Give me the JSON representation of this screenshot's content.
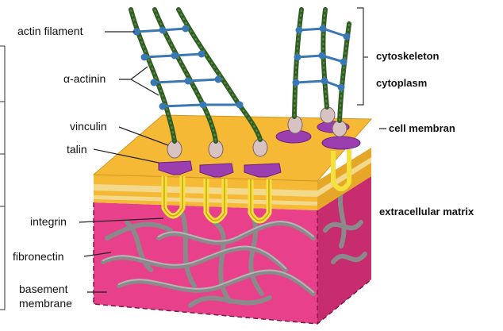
{
  "labels": {
    "actin_filament": "actin filament",
    "alpha_actinin": "α-actinin",
    "vinculin": "vinculin",
    "talin": "talin",
    "integrin": "integrin",
    "fibronectin": "fibronectin",
    "basement_line1": "basement",
    "basement_line2": "membrane",
    "cytoskeleton": "cytoskeleton",
    "cytoplasm": "cytoplasm",
    "cell_membrane": "cell membran",
    "extracellular_matrix": "extracellular matrix"
  },
  "colors": {
    "membrane_top": "#f5b935",
    "membrane_layer": "#f3d98c",
    "matrix": "#e8408a",
    "matrix_side": "#c72c6f",
    "protein": "#9b3fb0",
    "vinculin": "#d8c2c2",
    "actin": "#2f5d22",
    "actinin": "#3a78b5",
    "fibers": "#8a8a8a",
    "integrin": "#f5e13c"
  }
}
